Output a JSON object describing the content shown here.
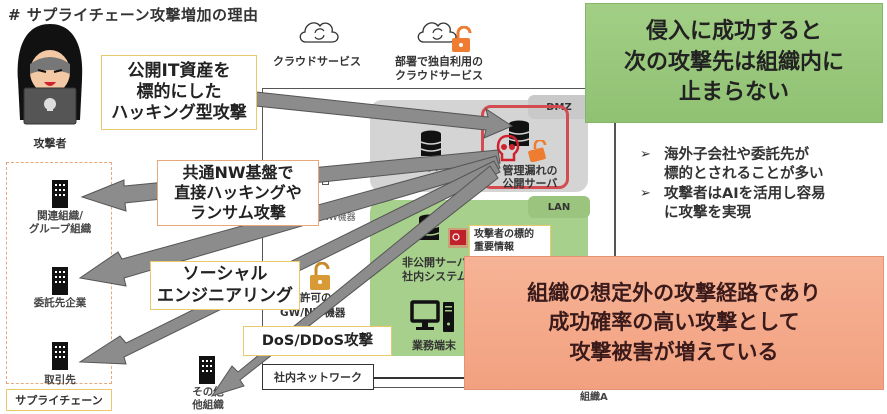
{
  "title": "# サプライチェーン攻撃増加の理由",
  "attacker": {
    "label": "攻撃者",
    "icon": "hooded-hacker-icon"
  },
  "callouts": {
    "public_it": [
      "公開IT資産を",
      "標的にした",
      "ハッキング型攻撃"
    ],
    "common_nw": [
      "共通NW基盤で",
      "直接ハッキングや",
      "ランサム攻撃"
    ],
    "social": [
      "ソーシャル",
      "エンジニアリング"
    ],
    "dos": "DoS/DDoS攻撃"
  },
  "clouds": [
    {
      "label": [
        "クラウドサービス"
      ],
      "icon": "cloud-sync-icon"
    },
    {
      "label": [
        "部署で独自利用の",
        "クラウドサービス"
      ],
      "icon": "cloud-sync-icon",
      "badge": "unlocked-padlock-icon"
    }
  ],
  "organization": {
    "label": "組織A",
    "dmz": {
      "tag": "DMZ",
      "public_server_label": "公開サーバ",
      "leaky_server_label": [
        "管理漏れの",
        "公開サーバ"
      ]
    },
    "lan": {
      "tag": "LAN",
      "private_server_label": [
        "非公開サーバ",
        "社内システム"
      ],
      "target_info": [
        "攻撃者の標的",
        "重要情報"
      ],
      "terminal_label": "業務端末"
    },
    "gateway_label": [
      "許可の",
      "GW/NW機器"
    ],
    "small_label": "NW機器",
    "intranet_label": "社内ネットワーク"
  },
  "supply_chain": {
    "label": "サプライチェーン",
    "members": [
      {
        "label": [
          "関連組織/",
          "グループ組織"
        ]
      },
      {
        "label": [
          "委託先企業"
        ]
      },
      {
        "label": [
          "取引先"
        ]
      }
    ],
    "other": {
      "label": [
        "その他",
        "他組織"
      ]
    }
  },
  "messages": {
    "green": [
      "侵入に成功すると",
      "次の攻撃先は組織内に",
      "止まらない"
    ],
    "bullets": [
      {
        "mark": "➢",
        "lines": [
          "海外子会社や委託先が",
          "標的とされることが多い"
        ]
      },
      {
        "mark": "➢",
        "lines": [
          "攻撃者はAIを活用し容易",
          "に攻撃を実現"
        ]
      }
    ],
    "orange": [
      "組織の想定外の攻撃経路であり",
      "成功確率の高い攻撃として",
      "攻撃被害が増えている"
    ]
  },
  "colors": {
    "arrow_fill": "#8c8c8c",
    "leak_frame": "#d24c52",
    "lock_orange": "#ee7d31",
    "dmz_bg": "#d4d4d4",
    "lan_bg": "#a8d08d",
    "green_msg": "#9ccb7f",
    "orange_msg": "#f4aa8a"
  }
}
